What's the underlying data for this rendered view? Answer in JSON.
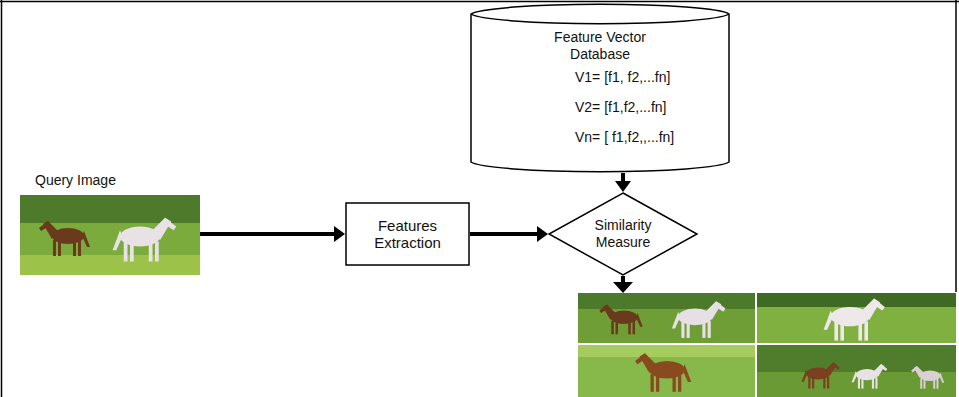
{
  "diagram": {
    "nodes": [
      {
        "text": [
          "Feature Vector Database",
          "V1= [f1, f2,...fn]",
          "V2= [f1,f2,...fn]",
          "Vn= [ f1,f2,,...fn]"
        ]
      },
      {
        "text": [
          "Query Image"
        ]
      },
      {
        "text": [
          "Features Extraction"
        ]
      },
      {
        "text": [
          "Similarity Measure"
        ]
      }
    ],
    "edges": [
      {
        "from": 1,
        "to": 2,
        "arrow": "to"
      },
      {
        "from": 2,
        "to": 3,
        "arrow": "to"
      },
      {
        "from": 0,
        "to": 3,
        "arrow": "to"
      }
    ]
  }
}
